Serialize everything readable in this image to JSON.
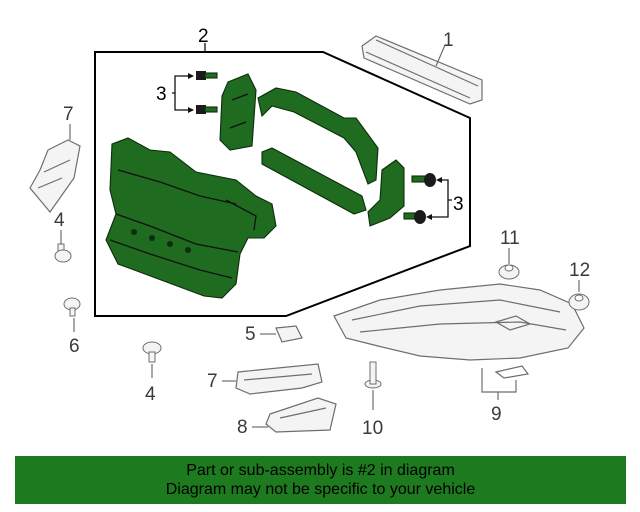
{
  "colors": {
    "accent": "#1f6b1f",
    "banner": "#1e7a1e",
    "outline": "#6e6e6e"
  },
  "callouts": {
    "c1": "1",
    "c2": "2",
    "c3a": "3",
    "c3b": "3",
    "c4a": "4",
    "c4b": "4",
    "c5": "5",
    "c6": "6",
    "c7a": "7",
    "c7b": "7",
    "c8": "8",
    "c9": "9",
    "c10": "10",
    "c11": "11",
    "c12": "12"
  },
  "banner": {
    "line1": "Part or sub-assembly is #2 in diagram",
    "line2": "Diagram may not be specific to your vehicle"
  }
}
